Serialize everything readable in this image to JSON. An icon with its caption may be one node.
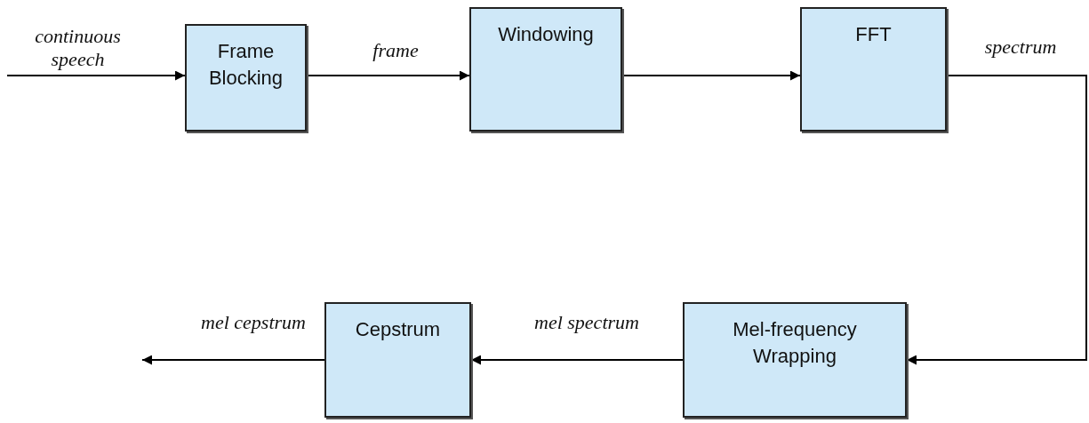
{
  "diagram": {
    "nodes": [
      {
        "text": [
          "Frame Blocking"
        ]
      },
      {
        "text": [
          "Windowing"
        ]
      },
      {
        "text": [
          "FFT"
        ]
      },
      {
        "text": [
          "Mel-frequency Wrapping"
        ]
      },
      {
        "text": [
          "Cepstrum"
        ]
      }
    ],
    "edges": [
      {
        "from": null,
        "to": 0,
        "arrow": "to",
        "label": "continuous speech"
      },
      {
        "from": 0,
        "to": 1,
        "arrow": "to",
        "label": "frame"
      },
      {
        "from": 1,
        "to": 2,
        "arrow": "to"
      },
      {
        "from": 2,
        "to": 3,
        "arrow": "to",
        "label": "spectrum"
      },
      {
        "from": 3,
        "to": 4,
        "arrow": "to",
        "label": "mel spectrum"
      },
      {
        "from": 4,
        "to": null,
        "arrow": "to",
        "label": "mel cepstrum"
      }
    ]
  }
}
